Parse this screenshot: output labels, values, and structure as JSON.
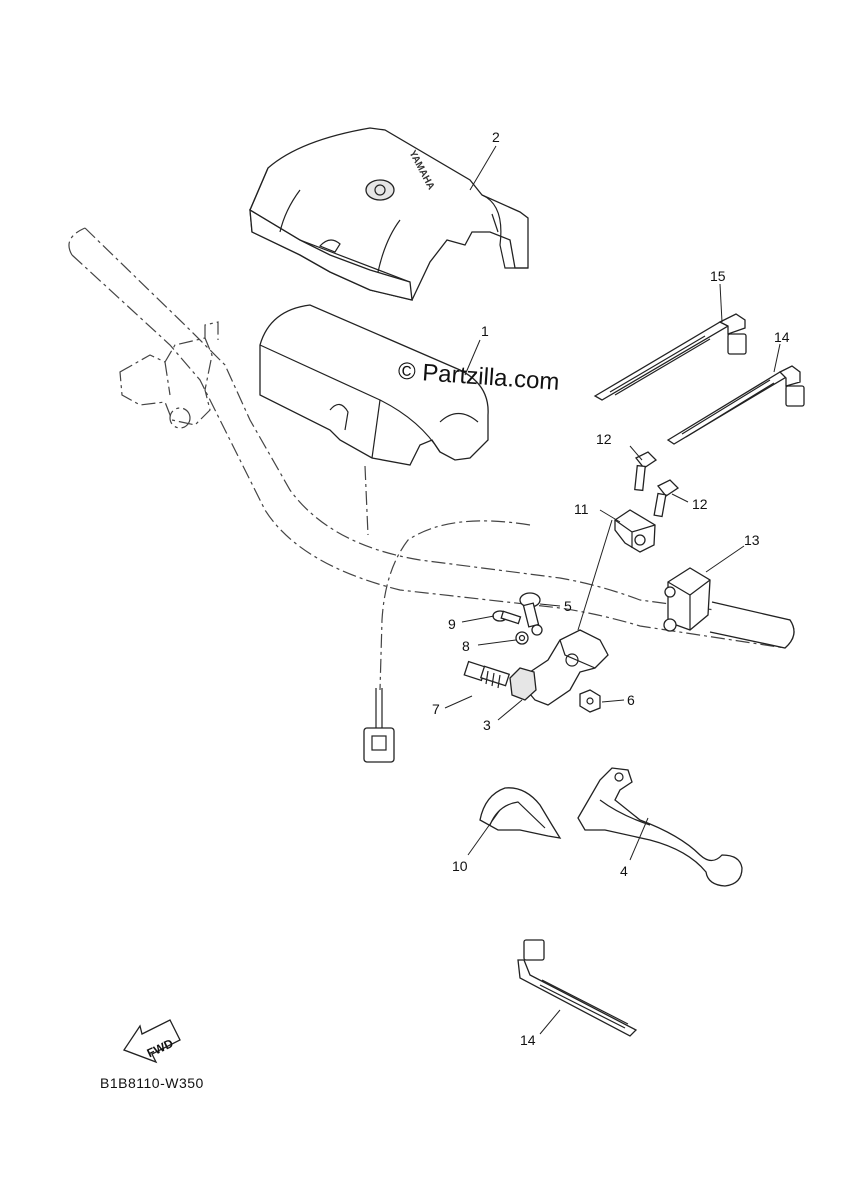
{
  "watermark": "© Partzilla.com",
  "diagram_code": "B1B8110-W350",
  "fwd_label": "FWD",
  "cover_brand": "YAMAHA",
  "callouts": [
    {
      "id": "1",
      "label": "1"
    },
    {
      "id": "2",
      "label": "2"
    },
    {
      "id": "3",
      "label": "3"
    },
    {
      "id": "4",
      "label": "4"
    },
    {
      "id": "5",
      "label": "5"
    },
    {
      "id": "6",
      "label": "6"
    },
    {
      "id": "7",
      "label": "7"
    },
    {
      "id": "8",
      "label": "8"
    },
    {
      "id": "9",
      "label": "9"
    },
    {
      "id": "10",
      "label": "10"
    },
    {
      "id": "11",
      "label": "11"
    },
    {
      "id": "12a",
      "label": "12"
    },
    {
      "id": "12b",
      "label": "12"
    },
    {
      "id": "13",
      "label": "13"
    },
    {
      "id": "14a",
      "label": "14"
    },
    {
      "id": "14b",
      "label": "14"
    },
    {
      "id": "15",
      "label": "15"
    }
  ]
}
